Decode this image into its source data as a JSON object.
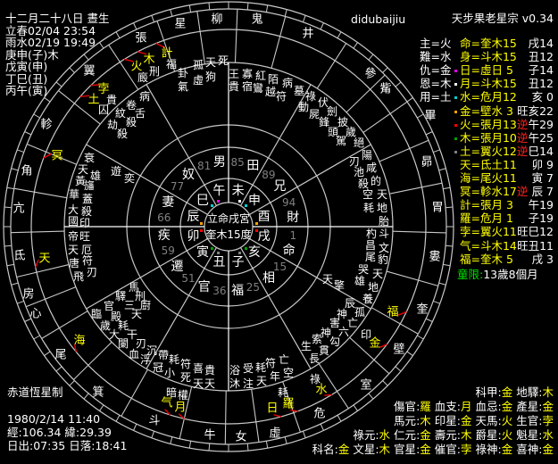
{
  "header": {
    "title": "天步果老星宗 v0.34",
    "user": "didubaijiu"
  },
  "birth_info": {
    "lines": [
      "十二月二十八日 晝生",
      "立春02/04 23:54",
      "雨水02/19 19:49",
      "庚申(子)木",
      "戊寅(申)",
      "丁巳(丑)",
      "丙午(寅)"
    ]
  },
  "footer_left": {
    "system": "赤道恆星制",
    "datetime": "1980/2/14 11:40",
    "coords": "經:106.34 緯:29.39",
    "sun": "日出:07:35 日落:18:41"
  },
  "center": {
    "line1": "立命戌宮",
    "line2": "奎木15度"
  },
  "branches": [
    {
      "name": "酉",
      "dot": "#ffa500"
    },
    {
      "name": "申",
      "dot": "#00d0d0"
    },
    {
      "name": "未",
      "dot": "#ffffff"
    },
    {
      "name": "午",
      "dot": "#ff00ff"
    },
    {
      "name": "巳",
      "dot": "#00d0d0"
    },
    {
      "name": "辰",
      "dot": "#ffa500"
    },
    {
      "name": "卯",
      "dot": "#ff0000"
    },
    {
      "name": "寅",
      "dot": "#00a000"
    },
    {
      "name": "丑",
      "dot": "#808080"
    },
    {
      "name": "子",
      "dot": "#808080"
    },
    {
      "name": "亥",
      "dot": "#00a000"
    },
    {
      "name": "戌",
      "dot": "#ff0000"
    }
  ],
  "houses": [
    {
      "name": "財",
      "age": "94"
    },
    {
      "name": "兄",
      "age": "89"
    },
    {
      "name": "田",
      "age": "85"
    },
    {
      "name": "男",
      "age": "81"
    },
    {
      "name": "奴",
      "age": "77"
    },
    {
      "name": "妻",
      "age": "66"
    },
    {
      "name": "疾",
      "age": "59"
    },
    {
      "name": "遷",
      "age": "51"
    },
    {
      "name": "官",
      "age": "36"
    },
    {
      "name": "福",
      "age": "25"
    },
    {
      "name": "相",
      "age": "15"
    },
    {
      "name": "命",
      "age": "1"
    }
  ],
  "mansions": [
    "星",
    "柳",
    "鬼",
    "井",
    "參",
    "觜",
    "畢",
    "昴",
    "胃",
    "婁",
    "奎",
    "壁",
    "室",
    "危",
    "虛",
    "女",
    "牛",
    "斗",
    "箕",
    "尾",
    "心",
    "房",
    "氐",
    "亢",
    "角",
    "軫",
    "翼",
    "張"
  ],
  "planets": [
    "計",
    "木",
    "火",
    "孛",
    "土",
    "冥",
    "天",
    "海",
    "气",
    "月",
    "日",
    "羅",
    "水",
    "金",
    "福"
  ],
  "star_gods": [
    "王",
    "貴",
    "寡",
    "宿",
    "紅",
    "鸞",
    "陌",
    "越",
    "病",
    "符",
    "墓",
    "祿",
    "動",
    "伏",
    "屍",
    "劍",
    "鋒",
    "披",
    "頭",
    "歲",
    "駕",
    "絕",
    "陽",
    "刃",
    "咸",
    "池",
    "的",
    "殺",
    "空",
    "天",
    "耗",
    "地",
    "胎",
    "杓",
    "斗",
    "昌",
    "文",
    "尾",
    "豹",
    "哭",
    "天",
    "雄",
    "地",
    "養",
    "天",
    "擎",
    "辰",
    "孤",
    "神",
    "亡",
    "害",
    "六",
    "神",
    "勾",
    "索",
    "貫",
    "生",
    "長",
    "印",
    "祿",
    "亡",
    "空",
    "符",
    "年",
    "耗",
    "天",
    "受",
    "注",
    "浴",
    "沐",
    "貴",
    "天",
    "喜",
    "天",
    "符",
    "死",
    "耗",
    "小",
    "帶",
    "冠",
    "沉",
    "暗",
    "權",
    "耗",
    "帝",
    "旺",
    "天",
    "厄",
    "唐",
    "符",
    "飛",
    "刃",
    "馬",
    "驛",
    "刑",
    "廚",
    "三",
    "天",
    "官",
    "臨",
    "殿",
    "歲",
    "耗",
    "大",
    "干",
    "闌",
    "刃",
    "血",
    "浮",
    "衰",
    "天",
    "雄",
    "黃",
    "旛",
    "華",
    "蓋",
    "大",
    "殺",
    "國",
    "印",
    "遊",
    "奕",
    "卷",
    "病",
    "舌",
    "紋",
    "殺",
    "劫",
    "殺",
    "貴",
    "囚",
    "刑",
    "廄",
    "福",
    "卦",
    "孤",
    "天",
    "死",
    "氣",
    "虛",
    "狗"
  ],
  "table": {
    "left": [
      "主=火",
      "難=水",
      "仇=金",
      "恩=木",
      "用=土"
    ],
    "rows": [
      {
        "pos": "命=奎木15",
        "retro": "",
        "loc": "戌14",
        "dot": ""
      },
      {
        "pos": "身=斗木15",
        "retro": "",
        "loc": "丑12",
        "dot": ""
      },
      {
        "pos": "日=虛日 5",
        "retro": "",
        "loc": "子14",
        "dot": "#ff00ff"
      },
      {
        "pos": "月=斗木15",
        "retro": "",
        "loc": "丑12",
        "dot": "#ffffff"
      },
      {
        "pos": "水=危月12",
        "retro": "",
        "loc": "亥 0",
        "dot": "#00d0d0"
      },
      {
        "pos": "金=壁水 3",
        "retro": "",
        "loc": "旺亥22",
        "dot": "#ffa500"
      },
      {
        "pos": "火=張月13",
        "retro": "逆",
        "loc": "午29",
        "dot": "#ff0000"
      },
      {
        "pos": "木=張月10",
        "retro": "逆",
        "loc": "午25",
        "dot": "#00a000"
      },
      {
        "pos": "土=翼火12",
        "retro": "逆",
        "loc": "巳14",
        "dot": "#808080"
      },
      {
        "pos": "天=氐土11",
        "retro": "",
        "loc": "卯 9",
        "dot": ""
      },
      {
        "pos": "海=尾火11",
        "retro": "",
        "loc": "寅 7",
        "dot": ""
      },
      {
        "pos": "冥=軫水17",
        "retro": "逆",
        "loc": "辰 7",
        "dot": ""
      },
      {
        "pos": "計=張月 3",
        "retro": "",
        "loc": "午19",
        "dot": ""
      },
      {
        "pos": "羅=危月 1",
        "retro": "",
        "loc": "子19",
        "dot": ""
      },
      {
        "pos": "孛=翼火11",
        "retro": "",
        "loc": "旺巳12",
        "dot": ""
      },
      {
        "pos": "气=斗木14",
        "retro": "",
        "loc": "旺丑11",
        "dot": ""
      },
      {
        "pos": "福=奎木 5",
        "retro": "",
        "loc": "戌 3",
        "dot": ""
      }
    ],
    "childhood_label": "童限:",
    "childhood_value": "13歲8個月"
  },
  "attributes": [
    [
      [
        "科甲",
        "金"
      ],
      [
        "地驛",
        "木"
      ]
    ],
    [
      [
        "傷官",
        "羅"
      ],
      [
        "血支",
        "月"
      ],
      [
        "血忌",
        "金"
      ],
      [
        "產星",
        "金"
      ]
    ],
    [
      [
        "馬元",
        "木"
      ],
      [
        "印星",
        "金"
      ],
      [
        "天馬",
        "火"
      ],
      [
        "生官",
        "孛"
      ]
    ],
    [
      [
        "祿元",
        "水"
      ],
      [
        "仁元",
        "金"
      ],
      [
        "壽元",
        "木"
      ],
      [
        "爵星",
        "火"
      ],
      [
        "魁星",
        "水"
      ]
    ],
    [
      [
        "科名",
        "金"
      ],
      [
        "文星",
        "木"
      ],
      [
        "官星",
        "金"
      ],
      [
        "催官",
        "孛"
      ],
      [
        "祿神",
        "金"
      ],
      [
        "喜神",
        "金"
      ]
    ]
  ],
  "colors": {
    "background": "#000000",
    "planet": "#ffff00",
    "retrograde": "#ff2020",
    "ring": "#c8c8c8",
    "age": "#808080",
    "childhood": "#00e000"
  }
}
